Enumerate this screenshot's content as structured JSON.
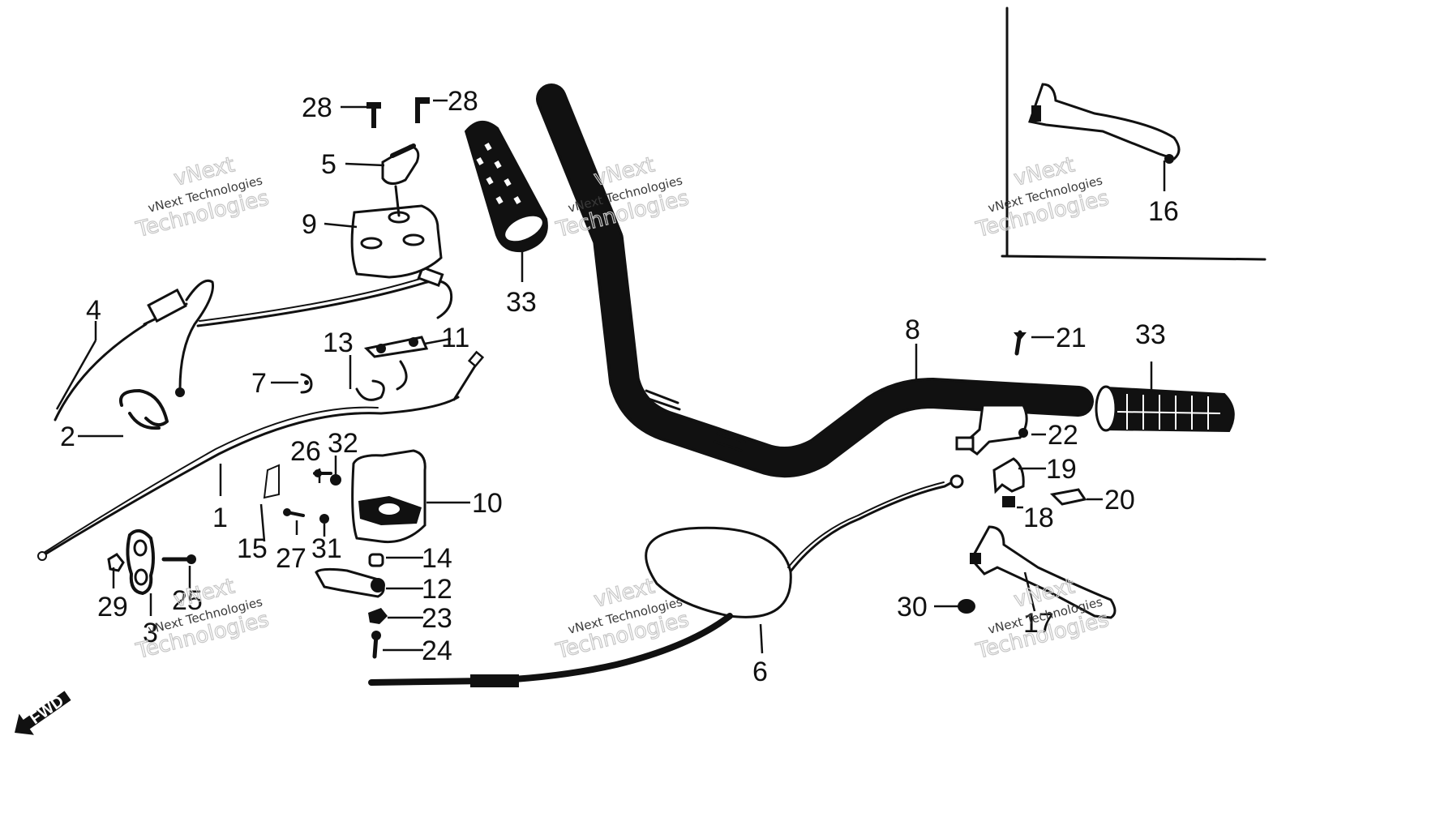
{
  "labels": {
    "p1": "1",
    "p2": "2",
    "p3": "3",
    "p4": "4",
    "p5": "5",
    "p6": "6",
    "p7": "7",
    "p8": "8",
    "p9": "9",
    "p10": "10",
    "p11": "11",
    "p12": "12",
    "p13": "13",
    "p14": "14",
    "p15": "15",
    "p16": "16",
    "p17": "17",
    "p18": "18",
    "p19": "19",
    "p20": "20",
    "p21": "21",
    "p22": "22",
    "p23": "23",
    "p24": "24",
    "p25": "25",
    "p26": "26",
    "p27": "27",
    "p28": "28",
    "p29": "29",
    "p30": "30",
    "p31": "31",
    "p32": "32",
    "p33": "33"
  },
  "watermark": {
    "line1": "vNext",
    "line2": "vNext Technologies",
    "line3": "Technologies"
  },
  "fwd": "FWD"
}
